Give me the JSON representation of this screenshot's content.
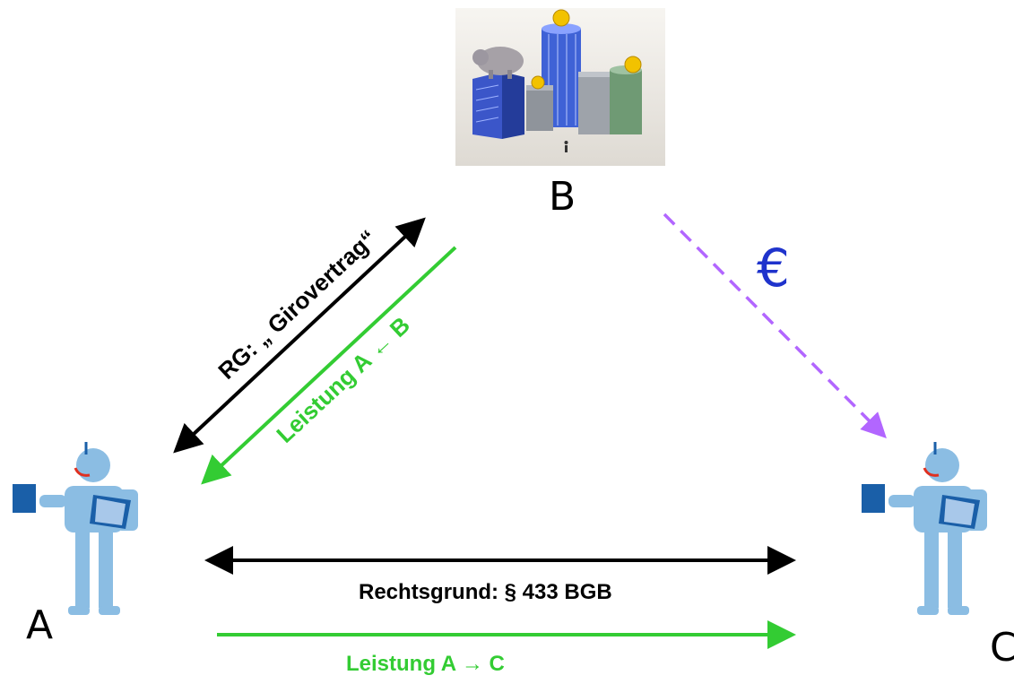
{
  "nodes": {
    "a": {
      "label": "A"
    },
    "b": {
      "label": "B"
    },
    "c": {
      "label": "C"
    }
  },
  "relations": {
    "contract_ab": {
      "label": "RG: „ Girovertrag“"
    },
    "performance_ab": {
      "label": "Leistung A ← B"
    },
    "legal_basis_ac": {
      "label": "Rechtsgrund: § 433 BGB"
    },
    "performance_ac": {
      "label": "Leistung A → C"
    },
    "payment_bc": {
      "symbol": "€"
    }
  },
  "colors": {
    "black_arrow": "#000000",
    "green_arrow": "#33cc33",
    "purple_dashed": "#b266ff",
    "euro_blue": "#1f33cc",
    "person_blue": "#8bbde3",
    "person_dark": "#1a5fa8"
  }
}
